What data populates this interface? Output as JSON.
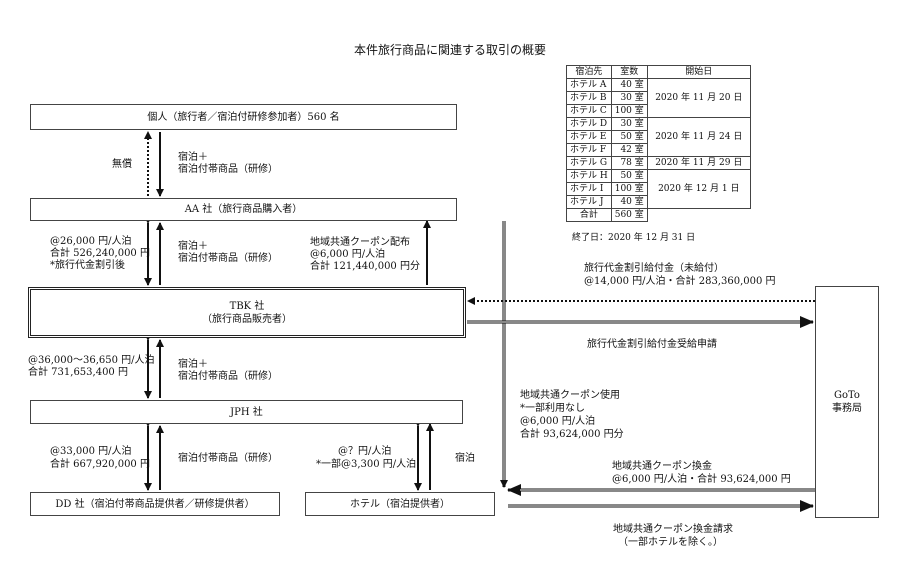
{
  "title": "本件旅行商品に関連する取引の概要",
  "entities": {
    "individual": "個人（旅行者／宿泊付研修参加者）560 名",
    "aa": "AA 社（旅行商品購入者）",
    "tbk_line1": "TBK 社",
    "tbk_line2": "（旅行商品販売者）",
    "jph": "JPH 社",
    "dd": "DD 社（宿泊付帯商品提供者／研修提供者）",
    "hotel": "ホテル（宿泊提供者）",
    "goto_line1": "GoTo",
    "goto_line2": "事務局"
  },
  "labels": {
    "muryo": "無償",
    "ind_aa_1": "宿泊＋",
    "ind_aa_2": "宿泊付帯商品（研修）",
    "aa_tbk_price_1": "@26,000 円/人泊",
    "aa_tbk_price_2": "合計 526,240,000 円",
    "aa_tbk_price_3": "*旅行代金割引後",
    "aa_tbk_goods_1": "宿泊＋",
    "aa_tbk_goods_2": "宿泊付帯商品（研修）",
    "coupon_dist_1": "地域共通クーポン配布",
    "coupon_dist_2": "@6,000 円/人泊",
    "coupon_dist_3": "合計 121,440,000 円分",
    "subsidy_1": "旅行代金割引給付金（未給付）",
    "subsidy_2": "@14,000 円/人泊・合計 283,360,000 円",
    "subsidy_apply": "旅行代金割引給付金受給申請",
    "tbk_jph_price_1": "@36,000～36,650 円/人泊",
    "tbk_jph_price_2": "合計 731,653,400 円",
    "tbk_jph_goods_1": "宿泊＋",
    "tbk_jph_goods_2": "宿泊付帯商品（研修）",
    "coupon_use_1": "地域共通クーポン使用",
    "coupon_use_2": "*一部利用なし",
    "coupon_use_3": "@6,000 円/人泊",
    "coupon_use_4": "合計 93,624,000 円分",
    "jph_dd_price_1": "@33,000 円/人泊",
    "jph_dd_price_2": "合計 667,920,000 円",
    "jph_dd_goods": "宿泊付帯商品（研修）",
    "jph_hotel_price_1": "@？円/人泊",
    "jph_hotel_price_2": "*一部@3,300 円/人泊",
    "jph_hotel_goods": "宿泊",
    "exchange_1": "地域共通クーポン換金",
    "exchange_2": "@6,000 円/人泊・合計 93,624,000 円",
    "exchange_req_1": "地域共通クーポン換金請求",
    "exchange_req_2": "（一部ホテルを除く。）"
  },
  "hotel_table": {
    "headers": [
      "宿泊先",
      "室数",
      "開始日"
    ],
    "groups": [
      {
        "date": "2020 年 11 月 20 日",
        "rows": [
          [
            "ホテル A",
            "40 室"
          ],
          [
            "ホテル B",
            "30 室"
          ],
          [
            "ホテル C",
            "100 室"
          ]
        ]
      },
      {
        "date": "2020 年 11 月 24 日",
        "rows": [
          [
            "ホテル D",
            "30 室"
          ],
          [
            "ホテル E",
            "50 室"
          ],
          [
            "ホテル F",
            "42 室"
          ]
        ]
      },
      {
        "date": "2020 年 11 月 29 日",
        "rows": [
          [
            "ホテル G",
            "78 室"
          ]
        ]
      },
      {
        "date": "2020 年 12 月 1 日",
        "rows": [
          [
            "ホテル H",
            "50 室"
          ],
          [
            "ホテル I",
            "100 室"
          ],
          [
            "ホテル J",
            "40 室"
          ]
        ]
      }
    ],
    "total_label": "合計",
    "total_rooms": "560 室",
    "end_date": "終了日：2020 年 12 月 31 日"
  }
}
